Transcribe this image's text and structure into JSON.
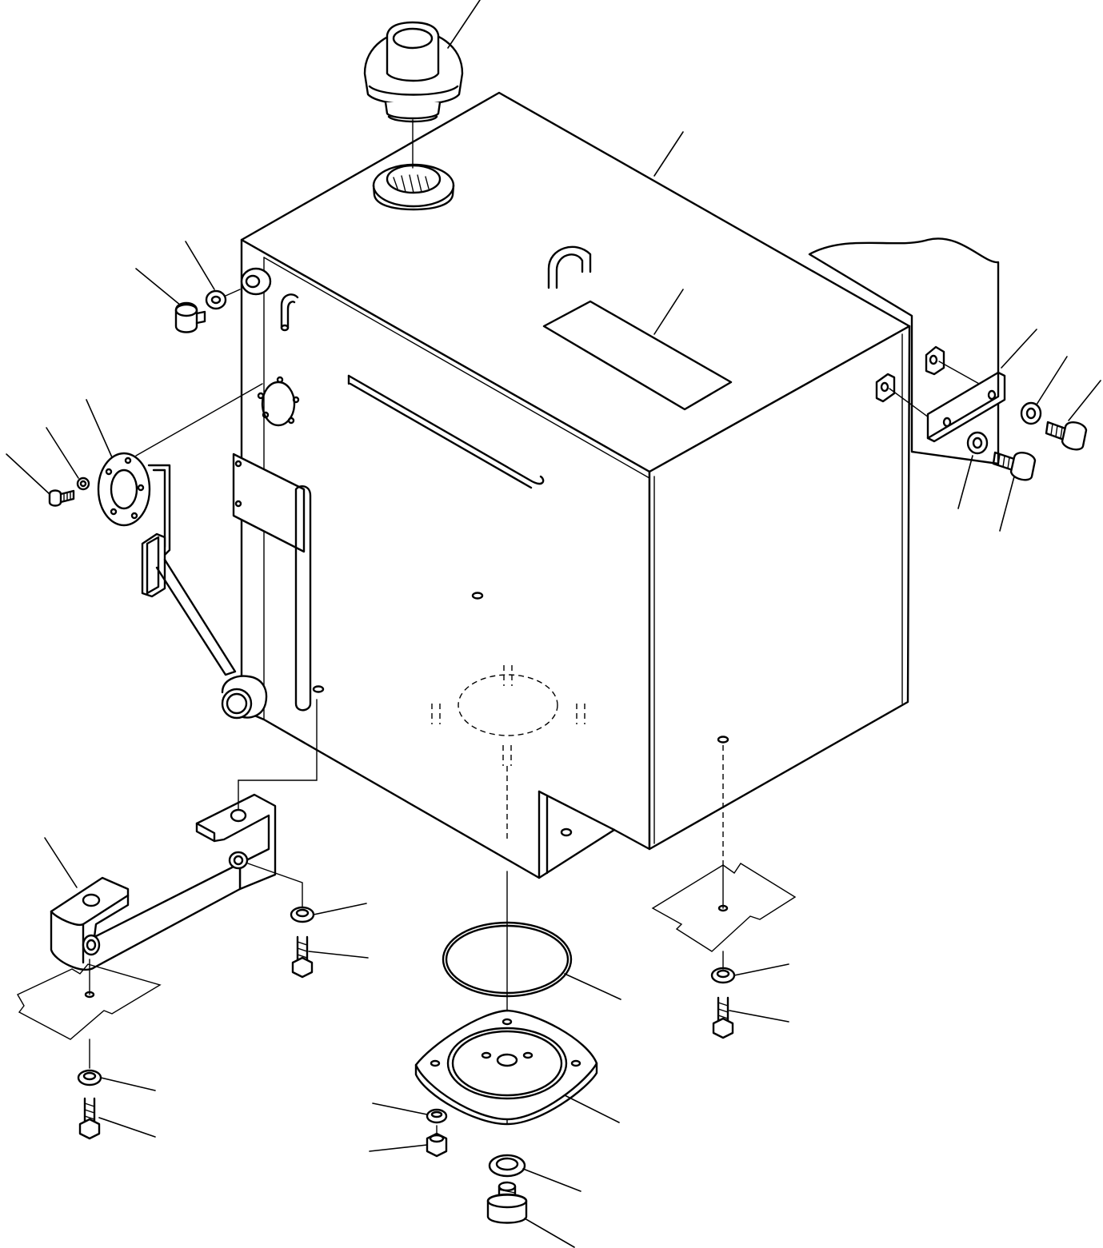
{
  "diagram": {
    "type": "exploded-parts-drawing",
    "stroke_color": "#000000",
    "background_color": "#ffffff",
    "parts": [
      {
        "name": "filler-cap"
      },
      {
        "name": "tank-body"
      },
      {
        "name": "filler-neck"
      },
      {
        "name": "breather-plug"
      },
      {
        "name": "plug-washer"
      },
      {
        "name": "label-plate"
      },
      {
        "name": "level-gauge-flange"
      },
      {
        "name": "flange-washer"
      },
      {
        "name": "flange-screw"
      },
      {
        "name": "level-sender-float"
      },
      {
        "name": "mounting-bracket-right"
      },
      {
        "name": "bracket-bolt"
      },
      {
        "name": "bracket-washer"
      },
      {
        "name": "mounting-bracket-left"
      },
      {
        "name": "o-ring"
      },
      {
        "name": "cover-plate"
      },
      {
        "name": "drain-plug"
      },
      {
        "name": "drain-plug-washer"
      },
      {
        "name": "mounting-washer"
      },
      {
        "name": "mounting-bolt"
      },
      {
        "name": "nut"
      }
    ]
  }
}
